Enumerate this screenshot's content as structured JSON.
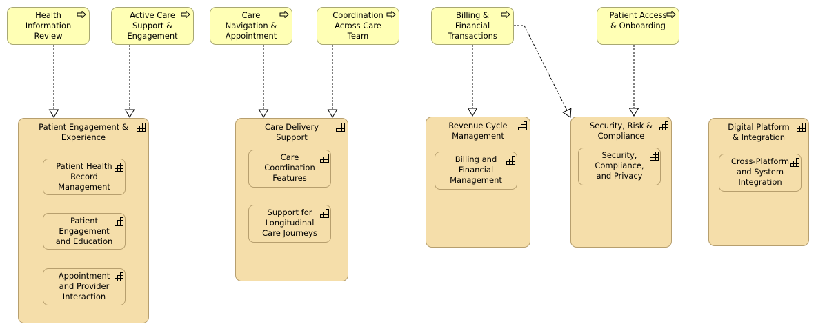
{
  "processes": [
    {
      "id": "p1",
      "label": "Health Information Review"
    },
    {
      "id": "p2",
      "label": "Active Care Support & Engagement"
    },
    {
      "id": "p3",
      "label": "Care Navigation & Appointment"
    },
    {
      "id": "p4",
      "label": "Coordination Across Care Team"
    },
    {
      "id": "p5",
      "label": "Billing & Financial Transactions"
    },
    {
      "id": "p6",
      "label": "Patient Access & Onboarding"
    }
  ],
  "capabilities": [
    {
      "id": "c1",
      "title": "Patient Engagement & Experience",
      "children": [
        "Patient Health Record Management",
        "Patient Engagement and Education",
        "Appointment and Provider Interaction"
      ]
    },
    {
      "id": "c2",
      "title": "Care Delivery Support",
      "children": [
        "Care Coordination Features",
        "Support for Longitudinal Care Journeys"
      ]
    },
    {
      "id": "c3",
      "title": "Revenue Cycle Management",
      "children": [
        "Billing and Financial Management"
      ]
    },
    {
      "id": "c4",
      "title": "Security, Risk & Compliance",
      "children": [
        "Security, Compliance, and Privacy"
      ]
    },
    {
      "id": "c5",
      "title": "Digital Platform & Integration",
      "children": [
        "Cross-Platform and System Integration"
      ]
    }
  ],
  "relationships": [
    {
      "from": "p1",
      "to": "c1",
      "type": "realization"
    },
    {
      "from": "p2",
      "to": "c1",
      "type": "realization"
    },
    {
      "from": "p3",
      "to": "c2",
      "type": "realization"
    },
    {
      "from": "p4",
      "to": "c2",
      "type": "realization"
    },
    {
      "from": "p5",
      "to": "c3",
      "type": "realization"
    },
    {
      "from": "p5",
      "to": "c4",
      "type": "realization"
    },
    {
      "from": "p6",
      "to": "c4",
      "type": "realization"
    }
  ],
  "colors": {
    "process_fill": "#ffffb5",
    "capability_fill": "#f5deaa",
    "border": "#b79f6e",
    "line": "#000000"
  },
  "icons": {
    "process": "process-arrow-icon",
    "capability": "capability-icon"
  }
}
